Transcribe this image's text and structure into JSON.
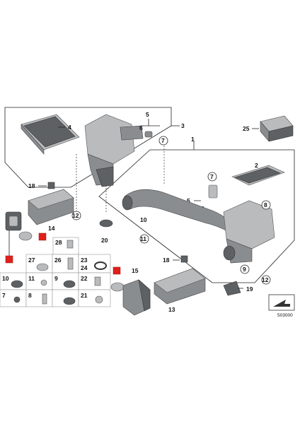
{
  "labels": {
    "l1": "1",
    "l2": "2",
    "l3": "3",
    "l4": "4",
    "l5a": "5",
    "l5b": "5",
    "l6a": "6",
    "l6b": "6",
    "l7a": "7",
    "l7b": "7",
    "l8": "8",
    "l9": "9",
    "l10": "10",
    "l11": "11",
    "l12a": "12",
    "l12b": "12",
    "l13": "13",
    "l14": "14",
    "l15": "15",
    "l18a": "18",
    "l18b": "18",
    "l19": "19",
    "l20": "20",
    "l25": "25",
    "g28": "28",
    "g27": "27",
    "g26": "26",
    "g23": "23",
    "g24": "24",
    "g10": "10",
    "g11": "11",
    "g9": "9",
    "g22": "22",
    "g7": "7",
    "g8": "8",
    "g21": "21"
  },
  "diagram_id": "503000"
}
